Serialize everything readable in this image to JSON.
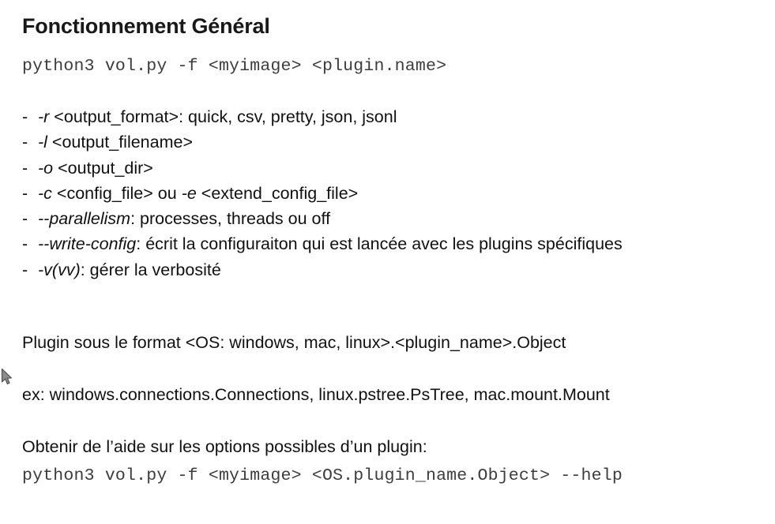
{
  "slide": {
    "title": "Fonctionnement Général",
    "code_top": "python3 vol.py -f <myimage> <plugin.name>",
    "code_help": "python3 vol.py -f <myimage> <OS.plugin_name.Object> --help",
    "bullets": [
      {
        "dash": "-",
        "flag": "-r",
        "rest": " <output_format>: quick, csv, pretty, json, jsonl"
      },
      {
        "dash": "-",
        "flag": "-l",
        "rest": " <output_filename>"
      },
      {
        "dash": "-",
        "flag": "-o",
        "rest": " <output_dir>"
      },
      {
        "dash": "-",
        "flag": "-c",
        "rest": " <config_file> ou ",
        "flag2": "-e",
        "rest2": " <extend_config_file>"
      },
      {
        "dash": "-",
        "flag": "--parallelism",
        "rest": ": processes, threads ou off"
      },
      {
        "dash": "-",
        "flag": "--write-config",
        "rest": ": écrit la configuraiton qui est lancée avec les plugins spécifiques"
      },
      {
        "dash": "-",
        "flag": "-v(vv)",
        "rest": ": gérer la verbosité"
      }
    ],
    "para_format": "Plugin sous le format <OS: windows, mac, linux>.<plugin_name>.Object",
    "para_example": "ex: windows.connections.Connections, linux.pstree.PsTree, mac.mount.Mount",
    "para_help": "Obtenir de l’aide sur les options possibles d’un plugin:"
  },
  "colors": {
    "background": "#ffffff",
    "title_text": "#181818",
    "body_text": "#111111",
    "code_text": "#3c3c3c",
    "cursor_fill": "#8c8c8c",
    "cursor_stroke": "#4a4a4a"
  }
}
